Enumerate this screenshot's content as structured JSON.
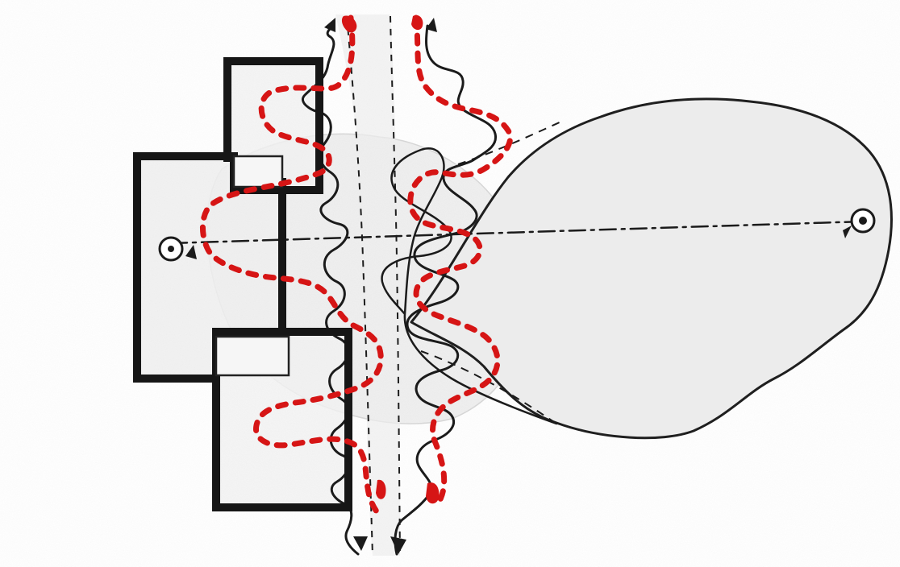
{
  "diagram": {
    "kind": "hand-drawn architectural parti sketch",
    "text_labels": [],
    "colors": {
      "ink": "#1b1b1b",
      "red_path": "#d61515",
      "pencil_fill": "#e7e7e7",
      "paper": "#ffffff"
    },
    "elements": [
      "building-block-upper",
      "building-block-center",
      "building-block-lower",
      "overlap-square-upper",
      "overlap-square-lower",
      "left-anchor-point",
      "right-anchor-point",
      "main-axis-dash-dot",
      "street-centerline-left",
      "street-centerline-right",
      "left-wavy-edge",
      "right-wavy-edge",
      "red-dashed-circulation-path",
      "organic-open-space-blob",
      "shaded-gray-zone"
    ]
  }
}
